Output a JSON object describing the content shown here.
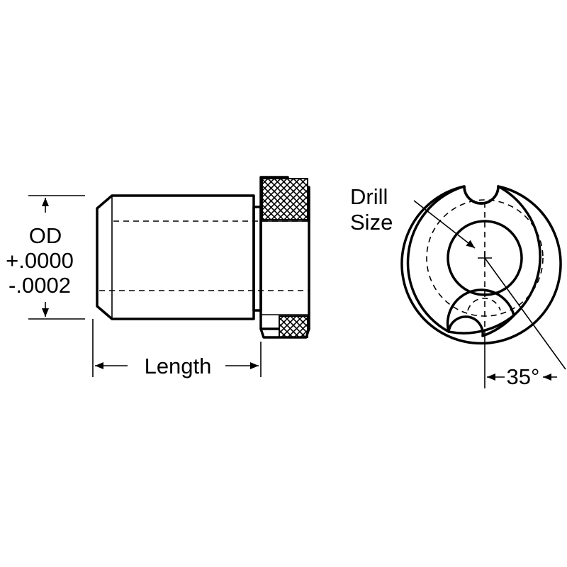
{
  "labels": {
    "od": "OD",
    "tol_plus": "+.0000",
    "tol_minus": "-.0002",
    "length": "Length",
    "drill_line1": "Drill",
    "drill_line2": "Size",
    "angle": "35°"
  },
  "colors": {
    "ink": "#000000",
    "background": "#ffffff"
  }
}
